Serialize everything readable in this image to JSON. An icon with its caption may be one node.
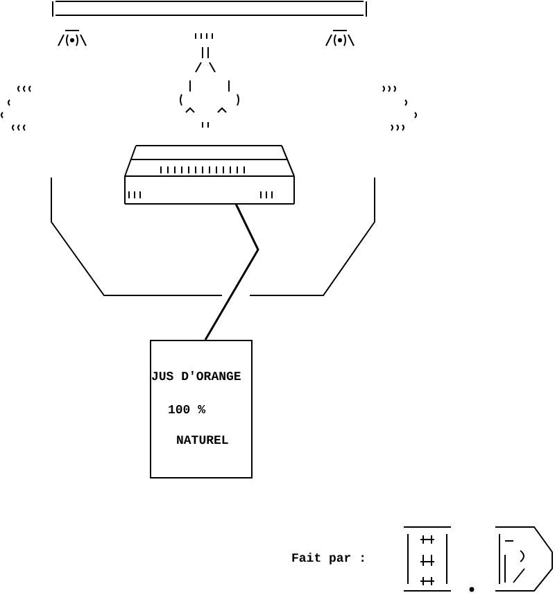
{
  "diagram": {
    "nodes": [
      {
        "text": [],
        "shape": "picture"
      },
      {
        "text": [
          "JUS D'ORANGE",
          "100 %",
          "NATUREL"
        ]
      }
    ],
    "edges": [
      {
        "from": 0,
        "to": 1,
        "arrow": "none"
      }
    ],
    "labels": [
      "Fait par :"
    ]
  }
}
